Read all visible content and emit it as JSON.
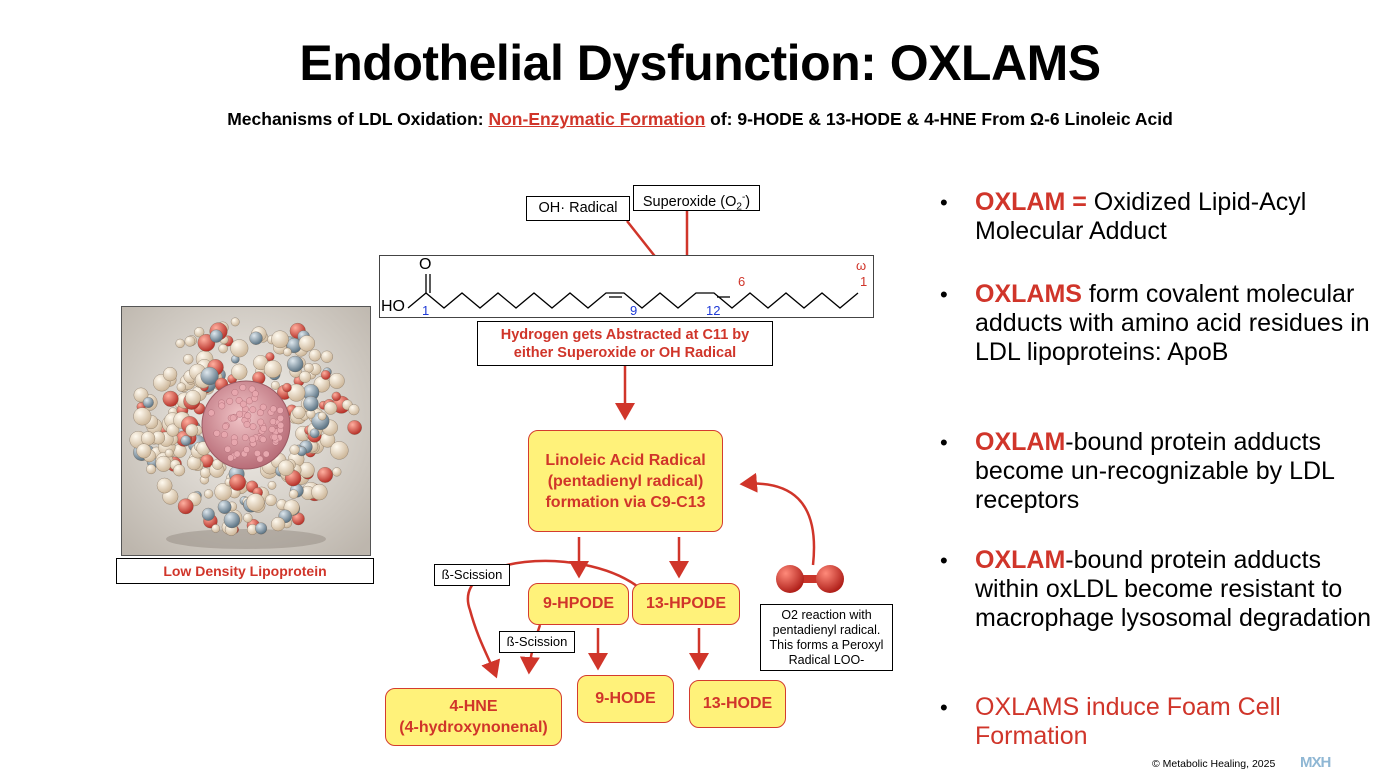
{
  "title": "Endothelial Dysfunction: OXLAMS",
  "subtitle": {
    "prefix": "Mechanisms of LDL Oxidation: ",
    "highlight": "Non-Enzymatic Formation",
    "suffix": " of: 9-HODE & 13-HODE & 4-HNE From Ω-6 Linoleic Acid"
  },
  "image_caption": "Low Density Lipoprotein",
  "molecule": {
    "oh_radical": "OH· Radical",
    "superoxide_main": "Superoxide (O",
    "superoxide_sub": "2",
    "superoxide_sup": "-",
    "superoxide_close": ")",
    "o_label": "O",
    "ho_label": "HO",
    "c1": "1",
    "c9": "9",
    "c12": "12",
    "c6": "6",
    "omega": "ω",
    "omega1": "1"
  },
  "flow": {
    "abstraction_line1": "Hydrogen gets Abstracted at C11 by",
    "abstraction_line2": "either Superoxide or OH Radical",
    "radical_line1": "Linoleic Acid Radical",
    "radical_line2": "(pentadienyl radical)",
    "radical_line3": "formation via C9-C13",
    "hpode9": "9-HPODE",
    "hpode13": "13-HPODE",
    "hode9": "9-HODE",
    "hode13": "13-HODE",
    "hne_line1": "4-HNE",
    "hne_line2": "(4-hydroxynonenal)",
    "scission1": "ß-Scission",
    "scission2": "ß-Scission",
    "o2_line1": "O2 reaction with",
    "o2_line2": "pentadienyl radical.",
    "o2_line3": "This forms a Peroxyl",
    "o2_line4": "Radical LOO-"
  },
  "bullets": [
    {
      "kw": "OXLAM = ",
      "text": "Oxidized Lipid-Acyl Molecular Adduct"
    },
    {
      "kw": "OXLAMS",
      "text": " form covalent molecular adducts with amino acid residues in LDL lipoproteins: ApoB"
    },
    {
      "kw": "OXLAM",
      "text": "-bound protein adducts become un-recognizable by LDL receptors"
    },
    {
      "kw": "OXLAM",
      "text": "-bound protein adducts within oxLDL become resistant to macrophage lysosomal degradation"
    },
    {
      "kw": "",
      "text": "OXLAMS induce Foam Cell Formation"
    }
  ],
  "footer": {
    "copyright": "© Metabolic Healing, 2025",
    "logo": "MXH"
  },
  "colors": {
    "accent_red": "#d0352a",
    "box_yellow": "#fff27a",
    "blue_numbers": "#1f3ad6"
  }
}
